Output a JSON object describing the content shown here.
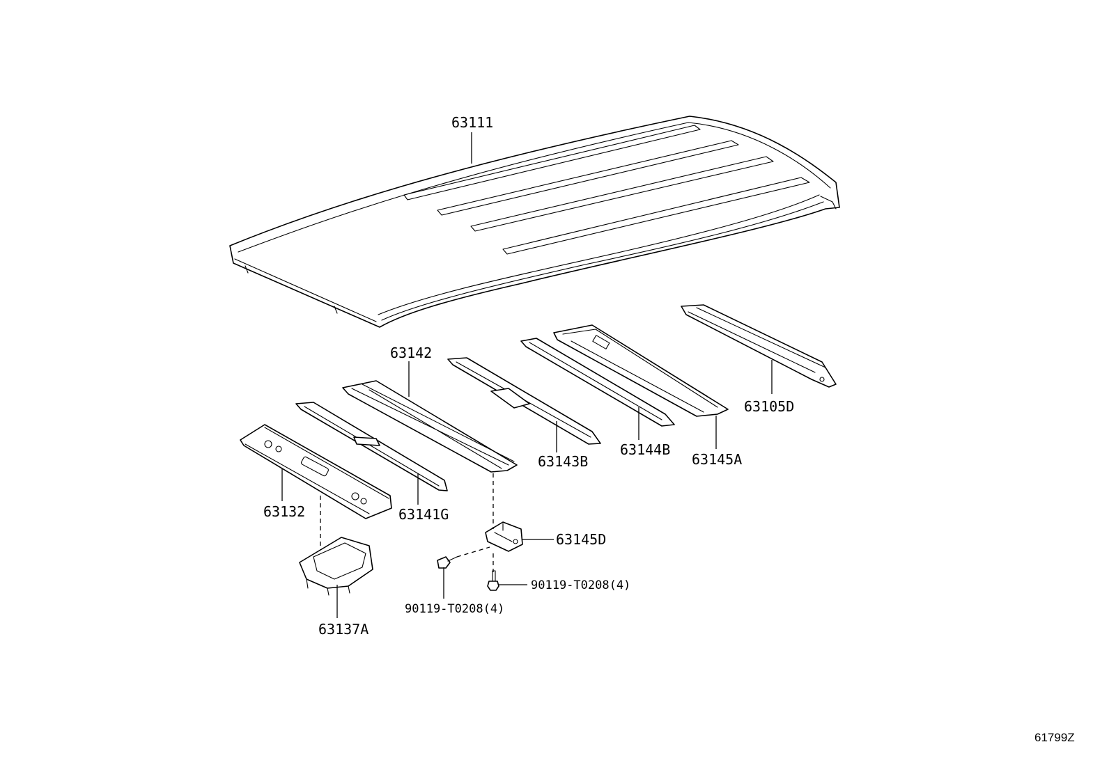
{
  "parts": {
    "roof_panel": "63111",
    "roof_bow_1": "63142",
    "roof_bow_2": "63143B",
    "roof_bow_3": "63144B",
    "roof_bow_4": "63145A",
    "rear_rail": "63105D",
    "front_header": "63132",
    "roof_bow_5": "63141G",
    "bracket_d": "63145D",
    "bracket_a": "63137A",
    "bolt_right": "90119-T0208(4)",
    "bolt_left": "90119-T0208(4)"
  },
  "reference": "61799Z"
}
